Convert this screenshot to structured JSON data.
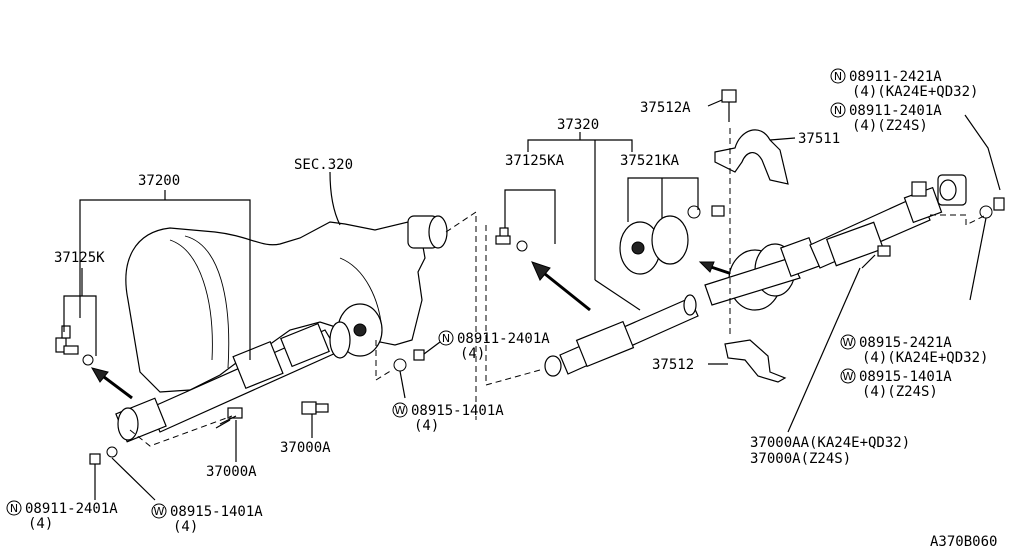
{
  "labels": {
    "p37200": "37200",
    "sec320": "SEC.320",
    "p37125K": "37125K",
    "p37320": "37320",
    "p37125KA": "37125KA",
    "p37521KA": "37521KA",
    "p37512A": "37512A",
    "p37511": "37511",
    "p37512": "37512",
    "p37000A_mid": "37000A",
    "p37000A_left": "37000A",
    "p37000AA": "37000AA(KA24E+QD32)",
    "p37000A_z24s": "37000A(Z24S)",
    "nut_mid": "08911-2401A",
    "nut_mid_qty": "(4)",
    "washer_mid": "08915-1401A",
    "washer_mid_qty": "(4)",
    "nut_bl": "08911-2401A",
    "nut_bl_qty": "(4)",
    "washer_bl": "08915-1401A",
    "washer_bl_qty": "(4)",
    "nut_tr1": "08911-2421A",
    "nut_tr1_qty": "(4)(KA24E+QD32)",
    "nut_tr2": "08911-2401A",
    "nut_tr2_qty": "(4)(Z24S)",
    "washer_r1": "08915-2421A",
    "washer_r1_qty": "(4)(KA24E+QD32)",
    "washer_r2": "08915-1401A",
    "washer_r2_qty": "(4)(Z24S)",
    "code": "A370B060"
  },
  "symbols": {
    "nut": "N",
    "washer": "W"
  }
}
